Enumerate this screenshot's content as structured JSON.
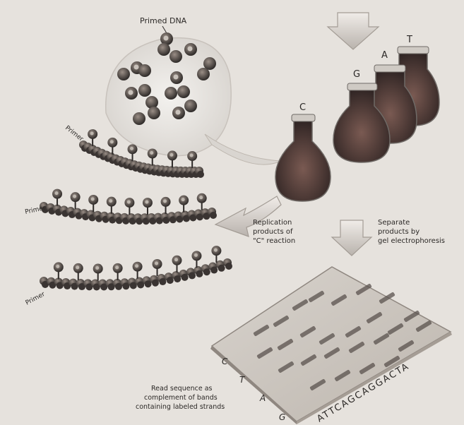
{
  "labels": {
    "primed_dna": "Primed DNA",
    "primer": "Primer",
    "flask_g": "G",
    "flask_a": "A",
    "flask_t": "T",
    "flask_c": "C",
    "replication_line1": "Replication",
    "replication_line2": "products of",
    "replication_line3": "\"C\" reaction",
    "separate_line1": "Separate",
    "separate_line2": "products by",
    "separate_line3": "gel electrophoresis",
    "read_line1": "Read sequence as",
    "read_line2": "complement of bands",
    "read_line3": "containing labeled strands",
    "gel_lane_c": "C",
    "gel_lane_t": "T",
    "gel_lane_a": "A",
    "gel_lane_g": "G",
    "sequence": "ATTCAGCAGGACTA"
  }
}
